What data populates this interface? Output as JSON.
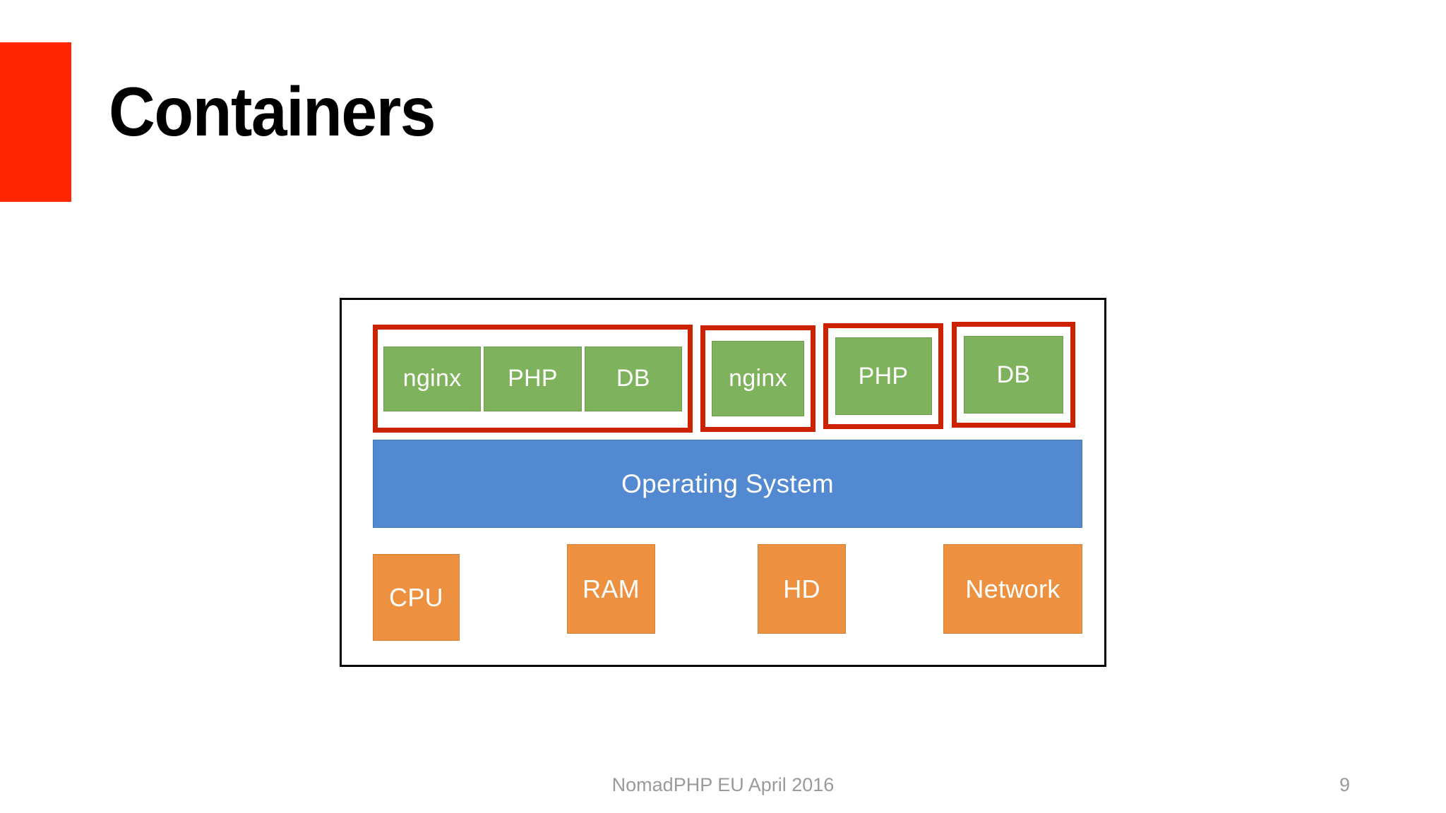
{
  "slide": {
    "title": "Containers",
    "accent_color": "#FF2600",
    "footer": "NomadPHP EU April 2016",
    "page_number": "9"
  },
  "diagram": {
    "colors": {
      "container_border": "#CC2200",
      "service_fill": "#7FB25C",
      "os_fill": "#5289D0",
      "hardware_fill": "#ED9140",
      "frame_border": "#000000"
    },
    "containers": [
      {
        "id": "container-group-1",
        "services": [
          {
            "label": "nginx"
          },
          {
            "label": "PHP"
          },
          {
            "label": "DB"
          }
        ]
      },
      {
        "id": "container-group-2",
        "services": [
          {
            "label": "nginx"
          }
        ]
      },
      {
        "id": "container-group-3",
        "services": [
          {
            "label": "PHP"
          }
        ]
      },
      {
        "id": "container-group-4",
        "services": [
          {
            "label": "DB"
          }
        ]
      }
    ],
    "os": {
      "label": "Operating System"
    },
    "hardware": [
      {
        "id": "cpu",
        "label": "CPU"
      },
      {
        "id": "ram",
        "label": "RAM"
      },
      {
        "id": "hd",
        "label": "HD"
      },
      {
        "id": "network",
        "label": "Network"
      }
    ]
  }
}
